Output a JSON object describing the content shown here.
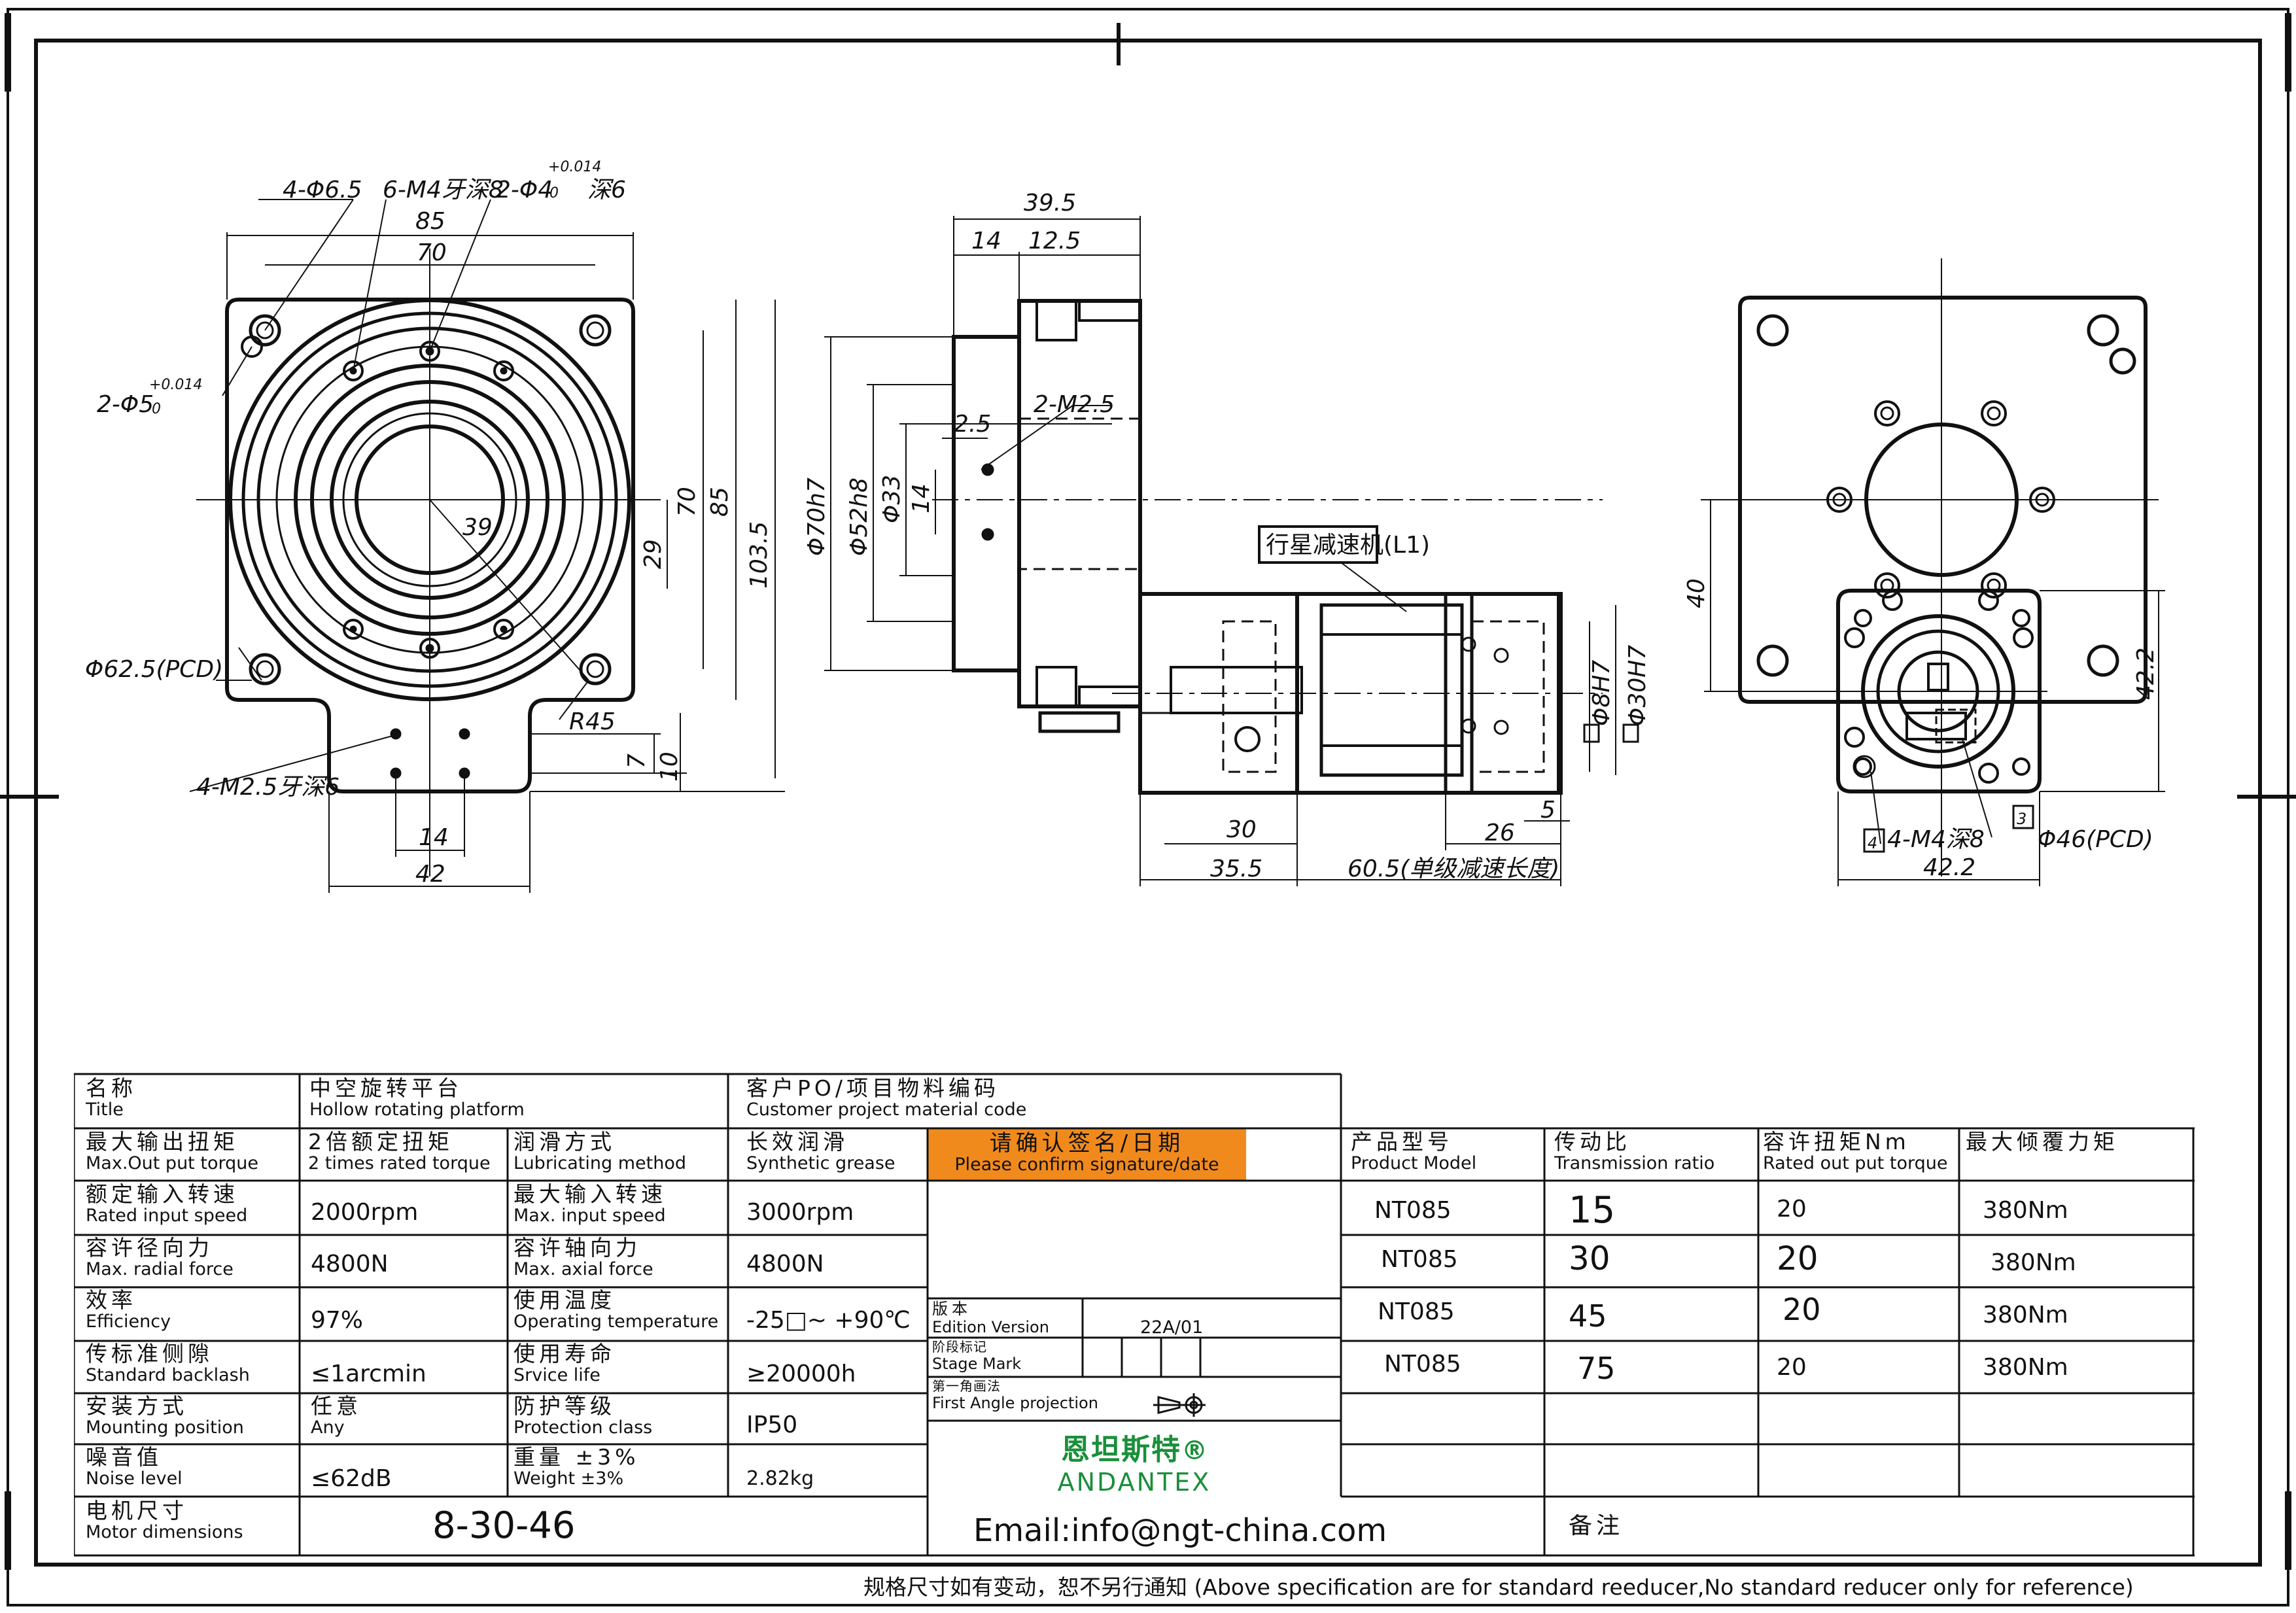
{
  "drawing": {
    "front_view": {
      "holes_outer": "4-Φ6.5",
      "thread_holes": "6-M4牙深8",
      "pin_holes_top_main": "2-Φ4",
      "pin_holes_top_tol": "+0.014",
      "pin_holes_top_tol2": "0",
      "pin_holes_top_depth": "深6",
      "pin_holes_left_main": "2-Φ5",
      "pin_holes_left_tol": "+0.014",
      "pin_holes_left_tol2": "0",
      "dim_width_85": "85",
      "dim_width_70": "70",
      "dim_h_70": "70",
      "dim_h_85": "85",
      "dim_h_103_5": "103.5",
      "dim_29": "29",
      "dim_39": "39",
      "dim_pcd": "Φ62.5(PCD)",
      "dim_r45": "R45",
      "dim_bottom_holes": "4-M2.5牙深6",
      "dim_7": "7",
      "dim_10": "10",
      "dim_14": "14",
      "dim_42": "42"
    },
    "side_view": {
      "dim_39_5": "39.5",
      "dim_14": "14",
      "dim_12_5": "12.5",
      "dim_m2_5": "2-M2.5",
      "dim_2_5": "2.5",
      "dim_phi70": "Φ70h7",
      "dim_phi52": "Φ52h8",
      "dim_phi33": "Φ33",
      "dim_14v": "14",
      "reducer_label": "行星减速机(L1)",
      "dim_phi8": "Φ8H7",
      "dim_phi30": "Φ30H7",
      "dim_30": "30",
      "dim_26": "26",
      "dim_5": "5",
      "dim_35_5": "35.5",
      "dim_60_5": "60.5(单级减速长度)"
    },
    "rear_view": {
      "dim_40": "40",
      "dim_42_2_right": "42.2",
      "dim_42_2_bottom": "42.2",
      "dim_holes": "4-M4深8",
      "dim_pcd": "Φ46(PCD)",
      "tag_4": "4",
      "tag_3": "3"
    }
  },
  "table": {
    "title_zh": "名称",
    "title_en": "Title",
    "title_val_zh": "中空旋转平台",
    "title_val_en": "Hollow rotating platform",
    "po_zh": "客户PO/项目物料编码",
    "po_en": "Customer project material code",
    "rows": [
      {
        "l1zh": "最大输出扭矩",
        "l1en": "Max.Out put torque",
        "v1zh": "2倍额定扭矩",
        "v1en": "2 times rated torque",
        "l2zh": "润滑方式",
        "l2en": "Lubricating method",
        "v2zh": "长效润滑",
        "v2en": "Synthetic grease"
      },
      {
        "l1zh": "额定输入转速",
        "l1en": "Rated input speed",
        "v1": "2000rpm",
        "l2zh": "最大输入转速",
        "l2en": "Max. input speed",
        "v2": "3000rpm"
      },
      {
        "l1zh": "容许径向力",
        "l1en": "Max. radial force",
        "v1": "4800N",
        "l2zh": "容许轴向力",
        "l2en": "Max. axial force",
        "v2": "4800N"
      },
      {
        "l1zh": "效率",
        "l1en": "Efficiency",
        "v1": "97%",
        "l2zh": "使用温度",
        "l2en": "Operating temperature",
        "v2": "-25□~ +90℃"
      },
      {
        "l1zh": "传标准侧隙",
        "l1en": "Standard backlash",
        "v1": "≤1arcmin",
        "l2zh": "使用寿命",
        "l2en": "Srvice life",
        "v2": "≥20000h"
      },
      {
        "l1zh": "安装方式",
        "l1en": "Mounting position",
        "v1zh": "任意",
        "v1en": "Any",
        "l2zh": "防护等级",
        "l2en": "Protection class",
        "v2": "IP50"
      },
      {
        "l1zh": "噪音值",
        "l1en": "Noise level",
        "v1": "≤62dB",
        "l2zh": "重量 ±3%",
        "l2en": "Weight ±3%",
        "v2": "2.82kg"
      }
    ],
    "motor_zh": "电机尺寸",
    "motor_en": "Motor dimensions",
    "motor_val": "8-30-46",
    "confirm_zh": "请确认签名/日期",
    "confirm_en": "Please confirm signature/date",
    "edition_zh": "版本",
    "edition_en": "Edition Version",
    "edition_val": "22A/01",
    "stage_zh": "阶段标记",
    "stage_en": "Stage Mark",
    "angle_zh": "第一角画法",
    "angle_en": "First Angle projection",
    "logo_zh": "恩坦斯特",
    "logo_reg": "®",
    "logo_en": "ANDANTEX",
    "email": "Email:info@ngt-china.com",
    "headers": [
      {
        "zh": "产品型号",
        "en": "Product Model"
      },
      {
        "zh": "传动比",
        "en": "Transmission ratio"
      },
      {
        "zh": "容许扭矩Nm",
        "en": "Rated out put torque"
      },
      {
        "zh": "最大倾覆力矩",
        "en": ""
      }
    ],
    "products": [
      {
        "model": "NT085",
        "ratio": "15",
        "torque": "20",
        "moment": "380Nm"
      },
      {
        "model": "NT085",
        "ratio": "30",
        "torque": "20",
        "moment": "380Nm"
      },
      {
        "model": "NT085",
        "ratio": "45",
        "torque": "20",
        "moment": "380Nm"
      },
      {
        "model": "NT085",
        "ratio": "75",
        "torque": "20",
        "moment": "380Nm"
      }
    ],
    "remark": "备注",
    "accent": "#f18a1d"
  },
  "footer": "规格尺寸如有变动，恕不另行通知  (Above specification are for standard reeducer,No standard reducer only for reference)"
}
